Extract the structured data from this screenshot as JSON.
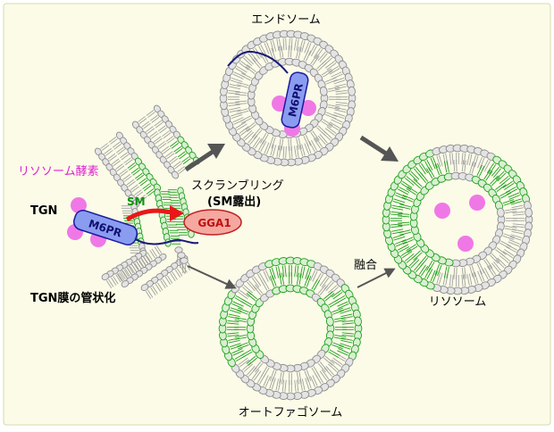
{
  "labels": {
    "endosome": "エンドソーム",
    "lysosomal_enzyme": "リソソーム酵素",
    "tgn": "TGN",
    "sm": "SM",
    "scrambling": "スクランブリング",
    "sm_exposure_prefix": "(",
    "sm_exposure_bold": "SM",
    "sm_exposure_suffix": "露出)",
    "gga1": "GGA1",
    "m6pr_tgn": "M6PR",
    "m6pr_endosome": "M6PR",
    "tgn_tubulation": "TGN膜の管状化",
    "fusion": "融合",
    "lysosome": "リソソーム",
    "autophagosome": "オートファゴソーム"
  },
  "colors": {
    "background_panel": "#fbfbe8",
    "panel_border": "#d8d8b0",
    "lipid_gray_fill": "#e4e4e4",
    "lipid_gray_stroke": "#8c8c8c",
    "lipid_green_fill": "#d8f0d0",
    "lipid_green_stroke": "#1e9e1e",
    "enzyme_magenta": "#f078e6",
    "enzyme_label": "#e020d0",
    "m6pr_fill": "#8a9cf0",
    "m6pr_stroke": "#1a1a9e",
    "m6pr_text": "#101070",
    "gga1_fill": "#f5a8a0",
    "gga1_stroke": "#c02020",
    "gga1_text": "#c01010",
    "sm_text": "#109010",
    "red_arrow": "#e81818",
    "flow_arrow": "#555555",
    "tail_line": "#1a1a7a"
  }
}
